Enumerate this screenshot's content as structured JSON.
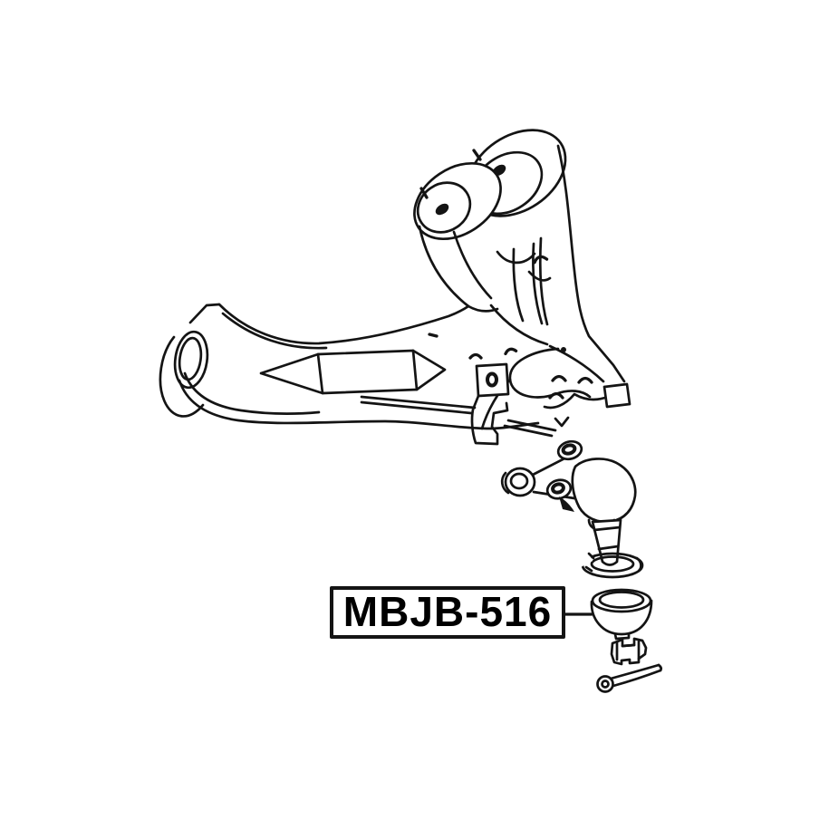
{
  "label": {
    "text": "MBJB-516"
  },
  "parts": [
    "control-arm",
    "rear-bushing",
    "front-bushing",
    "arm-eye-bushing",
    "sub-bracket",
    "ball-joint",
    "ball-stud",
    "snap-ring",
    "dust-boot",
    "castle-nut",
    "cotter-pin"
  ],
  "colors": {
    "line": "#141414",
    "background": "#ffffff",
    "label_border": "#000000",
    "label_text": "#000000"
  }
}
